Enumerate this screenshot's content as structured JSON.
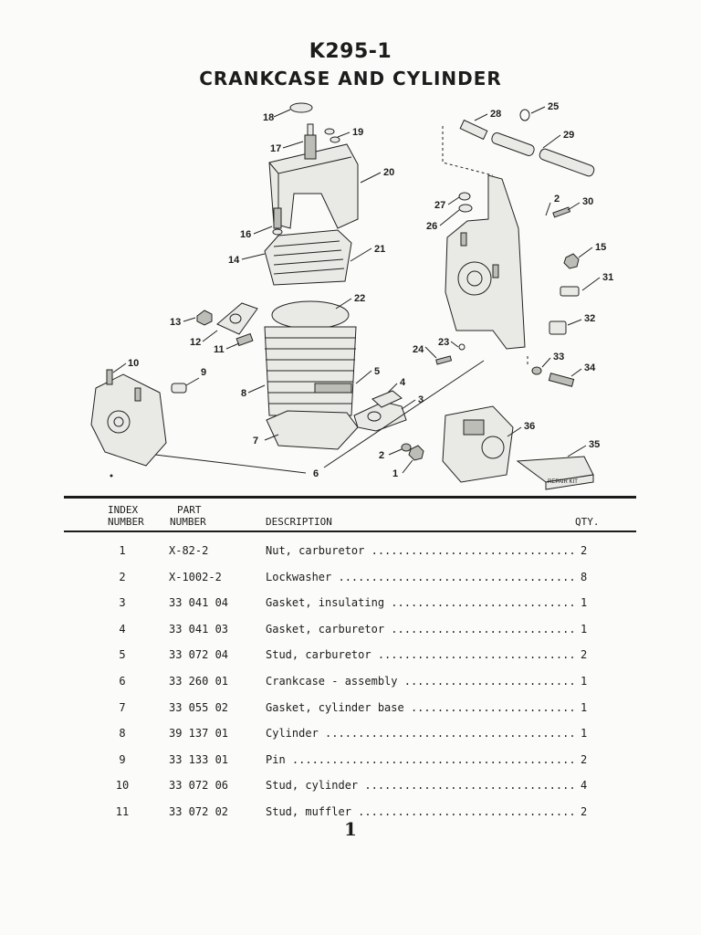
{
  "header": {
    "model": "K295-1",
    "title": "CRANKCASE AND CYLINDER"
  },
  "diagram": {
    "callouts": [
      "1",
      "2",
      "3",
      "4",
      "5",
      "6",
      "7",
      "8",
      "9",
      "10",
      "11",
      "12",
      "13",
      "14",
      "15",
      "16",
      "17",
      "18",
      "19",
      "20",
      "21",
      "22",
      "23",
      "24",
      "25",
      "26",
      "27",
      "28",
      "29",
      "30",
      "31",
      "32",
      "33",
      "34",
      "35",
      "36"
    ],
    "kit_label": "REPAIR KIT"
  },
  "table": {
    "headers": {
      "index": [
        "INDEX",
        "NUMBER"
      ],
      "part": [
        "PART",
        "NUMBER"
      ],
      "description": "DESCRIPTION",
      "qty": "QTY."
    },
    "rows": [
      {
        "index": "1",
        "part": "X-82-2",
        "description": "Nut, carburetor ......................................",
        "qty": "2"
      },
      {
        "index": "2",
        "part": "X-1002-2",
        "description": "Lockwasher ...........................................",
        "qty": "8"
      },
      {
        "index": "3",
        "part": "33 041 04",
        "description": "Gasket, insulating ...................................",
        "qty": "1"
      },
      {
        "index": "4",
        "part": "33 041 03",
        "description": "Gasket, carburetor ...................................",
        "qty": "1"
      },
      {
        "index": "5",
        "part": "33 072 04",
        "description": "Stud, carburetor .....................................",
        "qty": "2"
      },
      {
        "index": "6",
        "part": "33 260 01",
        "description": "Crankcase - assembly .................................",
        "qty": "1"
      },
      {
        "index": "7",
        "part": "33 055 02",
        "description": "Gasket, cylinder base ................................",
        "qty": "1"
      },
      {
        "index": "8",
        "part": "39 137 01",
        "description": "Cylinder .............................................",
        "qty": "1"
      },
      {
        "index": "9",
        "part": "33 133 01",
        "description": "Pin ..................................................",
        "qty": "2"
      },
      {
        "index": "10",
        "part": "33 072 06",
        "description": "Stud, cylinder .......................................",
        "qty": "4"
      },
      {
        "index": "11",
        "part": "33 072 02",
        "description": "Stud, muffler ........................................",
        "qty": "2"
      }
    ]
  },
  "footer": {
    "page_number": "1"
  }
}
